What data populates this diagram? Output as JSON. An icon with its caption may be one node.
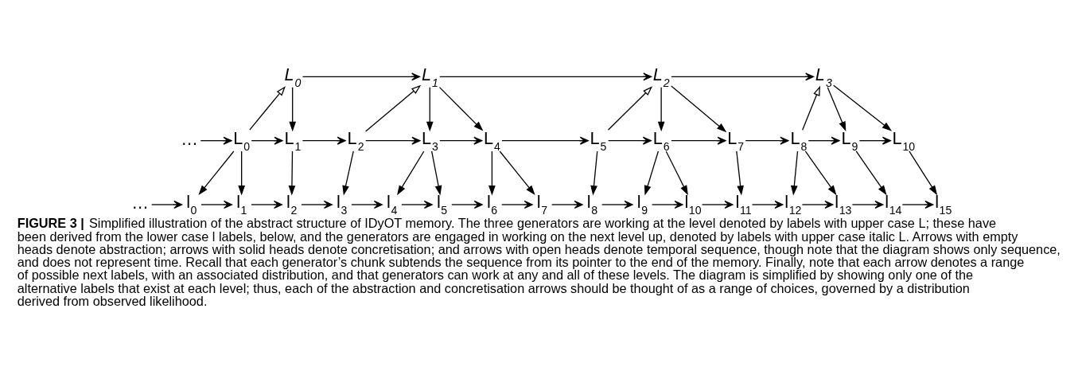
{
  "diagram": {
    "caption": "**FIGURE 3 |** Simplified illustration of the abstract structure of IDyOT memory. The three generators are working at the level denoted by labels with upper case L; these have been derived from the lower case l labels, below, and the generators are engaged in working on the next level up, denoted by labels with upper case italic L. Arrows with empty heads denote abstraction; arrows with solid heads denote concretisation; and arrows with open heads denote temporal sequence, though note that the diagram shows only sequence, and does not represent time. Recall that each generator’s chunk subtends the sequence from its pointer to the end of the memory. Finally, note that each arrow denotes a range of possible next labels, with an associated distribution, and that generators can work at any and all of these levels. The diagram is simplified by showing only one of the alternative labels that exist at each level; thus, each of the abstraction and concretisation arrows should be thought of as a range of choices, governed by a distribution derived from observed likelihood.",
    "nodes": [
      {
        "text": [
          "L$_{0}$"
        ]
      },
      {
        "text": [
          "L$_{1}$"
        ]
      },
      {
        "text": [
          "L$_{2}$"
        ]
      },
      {
        "text": [
          "L$_{3}$"
        ]
      },
      {
        "text": [
          "…"
        ]
      },
      {
        "text": [
          "L$_{0}$"
        ]
      },
      {
        "text": [
          "L$_{1}$"
        ]
      },
      {
        "text": [
          "L$_{2}$"
        ]
      },
      {
        "text": [
          "L$_{3}$"
        ]
      },
      {
        "text": [
          "L$_{4}$"
        ]
      },
      {
        "text": [
          "L$_{5}$"
        ]
      },
      {
        "text": [
          "L$_{6}$"
        ]
      },
      {
        "text": [
          "L$_{7}$"
        ]
      },
      {
        "text": [
          "L$_{8}$"
        ]
      },
      {
        "text": [
          "L$_{9}$"
        ]
      },
      {
        "text": [
          "L$_{10}$"
        ]
      },
      {
        "text": [
          "…"
        ]
      },
      {
        "text": [
          "l$_{0}$"
        ]
      },
      {
        "text": [
          "l$_{1}$"
        ]
      },
      {
        "text": [
          "l$_{2}$"
        ]
      },
      {
        "text": [
          "l$_{3}$"
        ]
      },
      {
        "text": [
          "l$_{4}$"
        ]
      },
      {
        "text": [
          "l$_{5}$"
        ]
      },
      {
        "text": [
          "l$_{6}$"
        ]
      },
      {
        "text": [
          "l$_{7}$"
        ]
      },
      {
        "text": [
          "l$_{8}$"
        ]
      },
      {
        "text": [
          "l$_{9}$"
        ]
      },
      {
        "text": [
          "l$_{10}$"
        ]
      },
      {
        "text": [
          "l$_{11}$"
        ]
      },
      {
        "text": [
          "l$_{12}$"
        ]
      },
      {
        "text": [
          "l$_{13}$"
        ]
      },
      {
        "text": [
          "l$_{14}$"
        ]
      },
      {
        "text": [
          "l$_{15}$"
        ]
      }
    ],
    "edges": [
      {
        "from": 0,
        "to": 1,
        "arrow": "to"
      },
      {
        "from": 1,
        "to": 2,
        "arrow": "to"
      },
      {
        "from": 2,
        "to": 3,
        "arrow": "to"
      },
      {
        "from": 5,
        "to": 0,
        "arrow": "to"
      },
      {
        "from": 0,
        "to": 6,
        "arrow": "to"
      },
      {
        "from": 7,
        "to": 1,
        "arrow": "to"
      },
      {
        "from": 1,
        "to": 8,
        "arrow": "to"
      },
      {
        "from": 1,
        "to": 9,
        "arrow": "to"
      },
      {
        "from": 10,
        "to": 2,
        "arrow": "to"
      },
      {
        "from": 2,
        "to": 11,
        "arrow": "to"
      },
      {
        "from": 2,
        "to": 12,
        "arrow": "to"
      },
      {
        "from": 13,
        "to": 3,
        "arrow": "to"
      },
      {
        "from": 3,
        "to": 14,
        "arrow": "to"
      },
      {
        "from": 3,
        "to": 15,
        "arrow": "to"
      },
      {
        "from": 4,
        "to": 5,
        "arrow": "to"
      },
      {
        "from": 5,
        "to": 6,
        "arrow": "to"
      },
      {
        "from": 6,
        "to": 7,
        "arrow": "to"
      },
      {
        "from": 7,
        "to": 8,
        "arrow": "to"
      },
      {
        "from": 8,
        "to": 9,
        "arrow": "to"
      },
      {
        "from": 9,
        "to": 10,
        "arrow": "to"
      },
      {
        "from": 10,
        "to": 11,
        "arrow": "to"
      },
      {
        "from": 11,
        "to": 12,
        "arrow": "to"
      },
      {
        "from": 12,
        "to": 13,
        "arrow": "to"
      },
      {
        "from": 13,
        "to": 14,
        "arrow": "to"
      },
      {
        "from": 14,
        "to": 15,
        "arrow": "to"
      },
      {
        "from": 5,
        "to": 17,
        "arrow": "to"
      },
      {
        "from": 5,
        "to": 18,
        "arrow": "to"
      },
      {
        "from": 6,
        "to": 19,
        "arrow": "to"
      },
      {
        "from": 7,
        "to": 20,
        "arrow": "to"
      },
      {
        "from": 8,
        "to": 21,
        "arrow": "to"
      },
      {
        "from": 8,
        "to": 22,
        "arrow": "to"
      },
      {
        "from": 9,
        "to": 23,
        "arrow": "to"
      },
      {
        "from": 9,
        "to": 24,
        "arrow": "to"
      },
      {
        "from": 10,
        "to": 25,
        "arrow": "to"
      },
      {
        "from": 11,
        "to": 26,
        "arrow": "to"
      },
      {
        "from": 11,
        "to": 27,
        "arrow": "to"
      },
      {
        "from": 12,
        "to": 28,
        "arrow": "to"
      },
      {
        "from": 13,
        "to": 29,
        "arrow": "to"
      },
      {
        "from": 13,
        "to": 30,
        "arrow": "to"
      },
      {
        "from": 14,
        "to": 31,
        "arrow": "to"
      },
      {
        "from": 15,
        "to": 32,
        "arrow": "to"
      },
      {
        "from": 16,
        "to": 17,
        "arrow": "to"
      },
      {
        "from": 17,
        "to": 18,
        "arrow": "to"
      },
      {
        "from": 18,
        "to": 19,
        "arrow": "to"
      },
      {
        "from": 19,
        "to": 20,
        "arrow": "to"
      },
      {
        "from": 20,
        "to": 21,
        "arrow": "to"
      },
      {
        "from": 21,
        "to": 22,
        "arrow": "to"
      },
      {
        "from": 22,
        "to": 23,
        "arrow": "to"
      },
      {
        "from": 23,
        "to": 24,
        "arrow": "to"
      },
      {
        "from": 24,
        "to": 25,
        "arrow": "to"
      },
      {
        "from": 25,
        "to": 26,
        "arrow": "to"
      },
      {
        "from": 26,
        "to": 27,
        "arrow": "to"
      },
      {
        "from": 27,
        "to": 28,
        "arrow": "to"
      },
      {
        "from": 28,
        "to": 29,
        "arrow": "to"
      },
      {
        "from": 29,
        "to": 30,
        "arrow": "to"
      },
      {
        "from": 30,
        "to": 31,
        "arrow": "to"
      },
      {
        "from": 31,
        "to": 32,
        "arrow": "to"
      }
    ]
  }
}
